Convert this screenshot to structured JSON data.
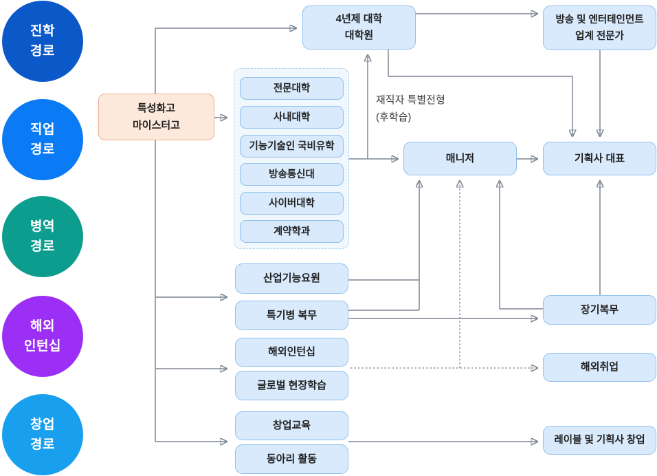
{
  "palette": {
    "node_fill": "#d9eafc",
    "node_border": "#8fc0ee",
    "start_fill": "#fde9dc",
    "start_border": "#f2ab8e",
    "group_fill": "#f0f8fe",
    "group_border": "#a5d3f4",
    "connector": "#7d8694",
    "text": "#1f1f1f"
  },
  "legend": [
    {
      "label_lines": [
        "진학",
        "경로"
      ],
      "color": "#0b58c8"
    },
    {
      "label_lines": [
        "직업",
        "경로"
      ],
      "color": "#0a7bf4"
    },
    {
      "label_lines": [
        "병역",
        "경로"
      ],
      "color": "#0d9d8e"
    },
    {
      "label_lines": [
        "해외",
        "인턴십"
      ],
      "color": "#9c2ff5"
    },
    {
      "label_lines": [
        "창업",
        "경로"
      ],
      "color": "#18a0ee"
    }
  ],
  "nodes": {
    "start": {
      "lines": [
        "특성화고",
        "마이스터고"
      ]
    },
    "university": {
      "lines": [
        "4년제 대학",
        "대학원"
      ]
    },
    "industry_expert": {
      "lines": [
        "방송 및 엔터테인먼트",
        "업계 전문가"
      ]
    },
    "manager": {
      "label": "매니저"
    },
    "agency_ceo": {
      "label": "기획사 대표"
    },
    "education_options": [
      "전문대학",
      "사내대학",
      "기능기술인 국비유학",
      "방송통신대",
      "사이버대학",
      "계약학과"
    ],
    "military_options": [
      "산업기능요원",
      "특기병 복무"
    ],
    "long_term_service": {
      "label": "장기복무"
    },
    "overseas_options": [
      "해외인턴십",
      "글로벌 현장학습"
    ],
    "overseas_employment": {
      "label": "해외취업"
    },
    "startup_options": [
      "창업교육",
      "동아리 활동"
    ],
    "label_agency_founding": {
      "label": "레이블 및 기획사 창업"
    }
  },
  "annotations": {
    "special_admission": {
      "lines": [
        "재직자 특별전형",
        "(후학습)"
      ]
    }
  }
}
